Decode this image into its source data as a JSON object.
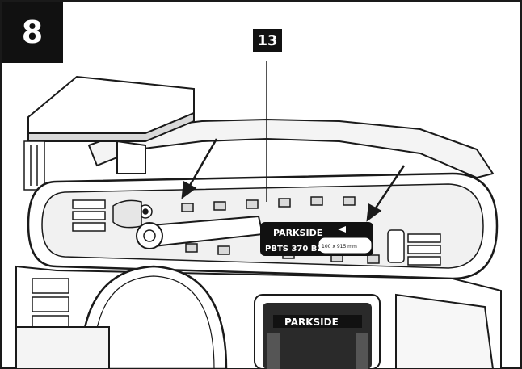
{
  "figure": {
    "number": "8",
    "callout": "13"
  },
  "belt_label": {
    "brand": "PARKSIDE",
    "model": "PBTS 370 B2",
    "size": "100 x 915 mm"
  },
  "base_label": {
    "brand": "PARKSIDE"
  },
  "colors": {
    "badge": "#111111",
    "line": "#1a1a1a",
    "shade": "#d9d9d9",
    "paper": "#ffffff"
  }
}
